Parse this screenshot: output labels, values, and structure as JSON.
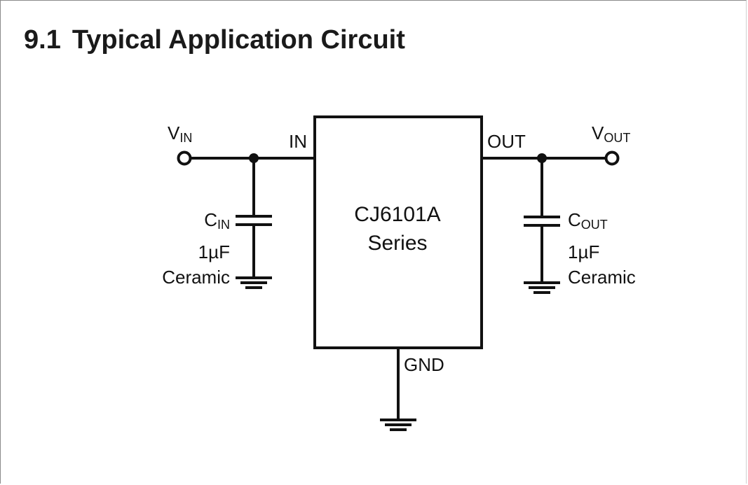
{
  "section": {
    "number": "9.1",
    "title": "Typical Application Circuit"
  },
  "ic": {
    "name_line1": "CJ6101A",
    "name_line2": "Series",
    "pin_in": "IN",
    "pin_out": "OUT",
    "pin_gnd": "GND"
  },
  "vin": {
    "main": "V",
    "sub": "IN"
  },
  "vout": {
    "main": "V",
    "sub": "OUT"
  },
  "cin": {
    "main": "C",
    "sub": "IN",
    "value": "1µF",
    "type": "Ceramic"
  },
  "cout": {
    "main": "C",
    "sub": "OUT",
    "value": "1µF",
    "type": "Ceramic"
  },
  "colors": {
    "ink": "#111111",
    "frame": "#8a8a8a",
    "background": "#ffffff"
  }
}
